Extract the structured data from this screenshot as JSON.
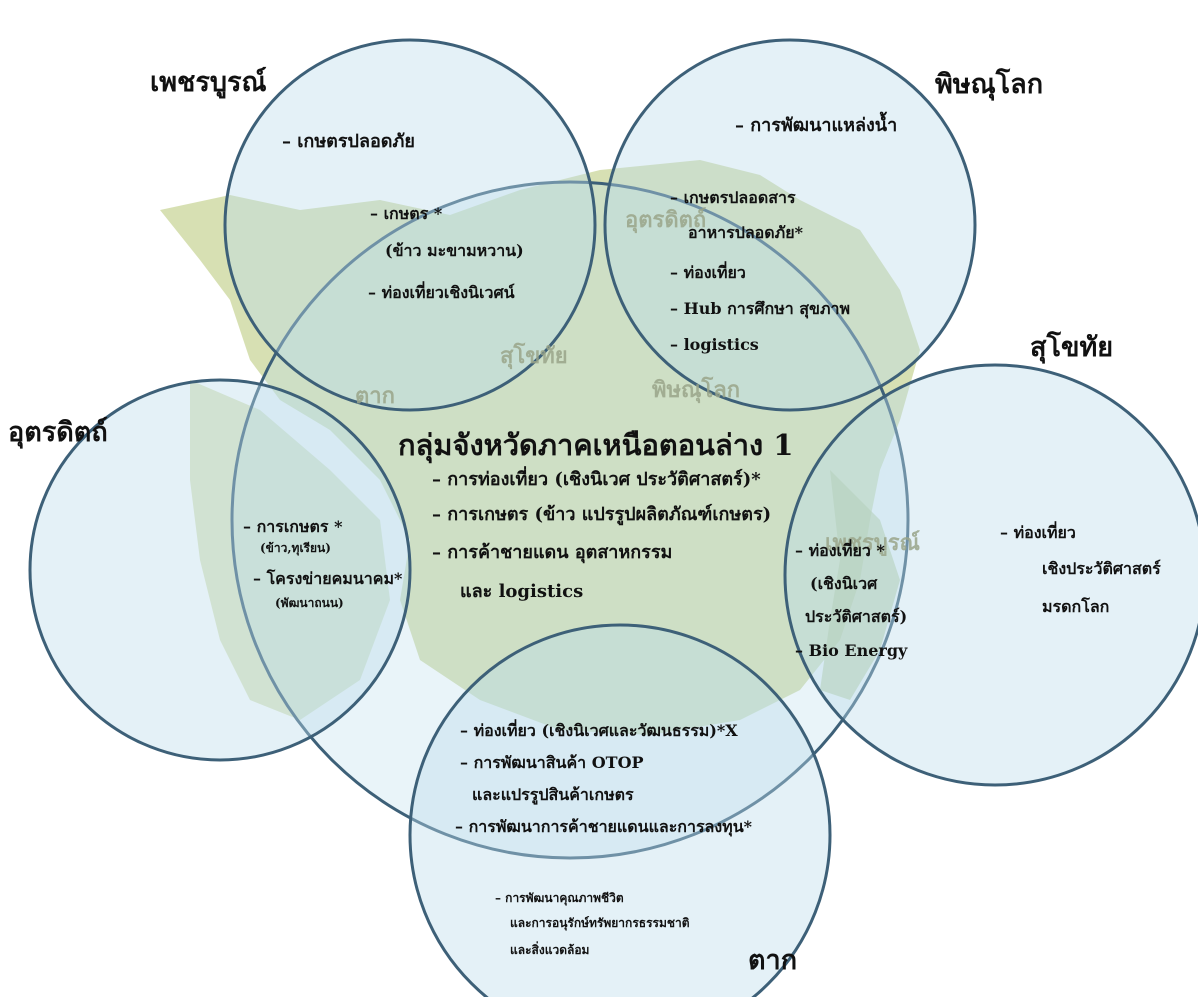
{
  "colors": {
    "circle_fill": "#bcdcec",
    "circle_stroke": "#3d6078",
    "map_land": "#c9d59a",
    "map_land_dark": "#aebf7a"
  },
  "map_labels": {
    "uttaradit": "อุตรดิตถ์",
    "sukhothai": "สุโขทัย",
    "tak": "ตาก",
    "phitsanulok": "พิษณุโลก",
    "phetchabun": "เพชรบูรณ์"
  },
  "center": {
    "title": "กลุ่มจังหวัดภาคเหนือตอนล่าง 1",
    "items": [
      "– การท่องเที่ยว (เชิงนิเวศ ประวัติศาสตร์)*",
      "– การเกษตร (ข้าว แปรรูปผลิตภัณฑ์เกษตร)",
      "– การค้าชายแดน อุตสาหกรรม",
      "และ logistics"
    ]
  },
  "phetchabun": {
    "label": "เพชรบูรณ์",
    "outer_item": "– เกษตรปลอดภัย",
    "overlap_items": [
      "– เกษตร *",
      "(ข้าว มะขามหวาน)",
      "– ท่องเที่ยวเชิงนิเวศน์"
    ]
  },
  "phitsanulok": {
    "label": "พิษณุโลก",
    "outer_item": "– การพัฒนาแหล่งน้ำ",
    "overlap_items": [
      "– เกษตรปลอดสาร",
      "อาหารปลอดภัย*",
      "– ท่องเที่ยว",
      "– Hub การศึกษา สุขภาพ",
      "– logistics"
    ]
  },
  "sukhothai": {
    "label": "สุโขทัย",
    "outer_items": [
      "– ท่องเที่ยว",
      "เชิงประวัติศาสตร์",
      "มรดกโลก"
    ],
    "overlap_items": [
      "– ท่องเที่ยว *",
      "(เชิงนิเวศ",
      "ประวัติศาสตร์)",
      "– Bio Energy"
    ]
  },
  "uttaradit": {
    "label": "อุตรดิตถ์",
    "overlap_items": [
      "– การเกษตร *",
      "(ข้าว,ทุเรียน)",
      "– โครงข่ายคมนาคม*",
      "(พัฒนาถนน)"
    ]
  },
  "tak": {
    "label": "ตาก",
    "overlap_items": [
      "– ท่องเที่ยว (เชิงนิเวศและวัฒนธรรม)*X",
      "– การพัฒนาสินค้า OTOP",
      "และแปรรูปสินค้าเกษตร",
      "– การพัฒนาการค้าชายแดนและการลงทุน*"
    ],
    "outer_items": [
      "– การพัฒนาคุณภาพชีวิต",
      "และการอนุรักษ์ทรัพยากรธรรมชาติ",
      "และสิ่งแวดล้อม"
    ]
  }
}
